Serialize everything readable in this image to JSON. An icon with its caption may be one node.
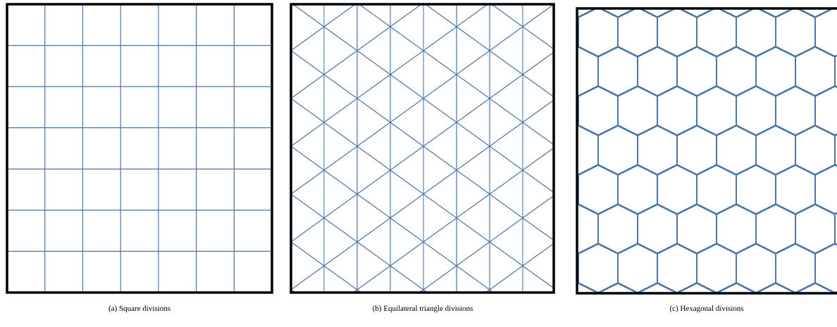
{
  "diagram": {
    "labels": [
      "(a) Square divisions",
      "(b) Equilateral triangle divisions",
      "(c) Hexagonal divisions"
    ]
  }
}
